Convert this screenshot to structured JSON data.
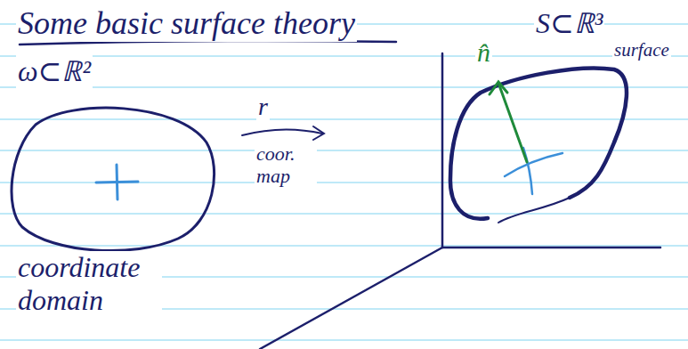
{
  "diagram": {
    "title": "Some basic surface theory",
    "labels": [
      "ω⊂ℝ²",
      "coordinate domain",
      "r",
      "coor. map",
      "n̂",
      "S⊂ℝ³",
      "surface"
    ]
  }
}
